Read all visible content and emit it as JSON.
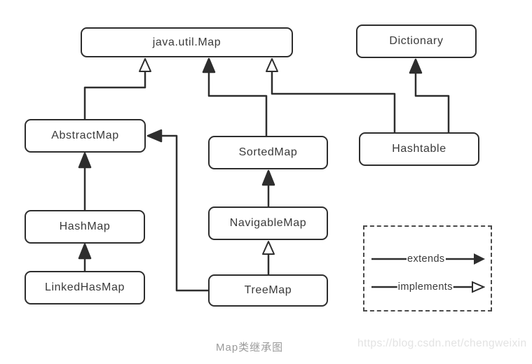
{
  "diagram": {
    "title": "Map类继承图",
    "nodes": {
      "map": {
        "label": "java.util.Map"
      },
      "dictionary": {
        "label": "Dictionary"
      },
      "abstractmap": {
        "label": "AbstractMap"
      },
      "sortedmap": {
        "label": "SortedMap"
      },
      "hashtable": {
        "label": "Hashtable"
      },
      "hashmap": {
        "label": "HashMap"
      },
      "navigablemap": {
        "label": "NavigableMap"
      },
      "linkedhasmap": {
        "label": "LinkedHasMap"
      },
      "treemap": {
        "label": "TreeMap"
      }
    },
    "edges": [
      {
        "from": "AbstractMap",
        "to": "java.util.Map",
        "type": "implements"
      },
      {
        "from": "SortedMap",
        "to": "java.util.Map",
        "type": "extends"
      },
      {
        "from": "Hashtable",
        "to": "java.util.Map",
        "type": "implements"
      },
      {
        "from": "Hashtable",
        "to": "Dictionary",
        "type": "extends"
      },
      {
        "from": "HashMap",
        "to": "AbstractMap",
        "type": "extends"
      },
      {
        "from": "LinkedHasMap",
        "to": "HashMap",
        "type": "extends"
      },
      {
        "from": "NavigableMap",
        "to": "SortedMap",
        "type": "extends"
      },
      {
        "from": "TreeMap",
        "to": "NavigableMap",
        "type": "implements"
      },
      {
        "from": "TreeMap",
        "to": "AbstractMap",
        "type": "extends"
      }
    ],
    "legend": {
      "extends_label": "extends",
      "implements_label": "implements"
    },
    "caption": "Map类继承图",
    "watermark": "https://blog.csdn.net/chengweixin"
  },
  "colors": {
    "stroke": "#2e2e2e",
    "node_text": "#3a3a3a",
    "caption": "#9a9a9a",
    "watermark": "#e3e3e3",
    "background": "#ffffff"
  }
}
